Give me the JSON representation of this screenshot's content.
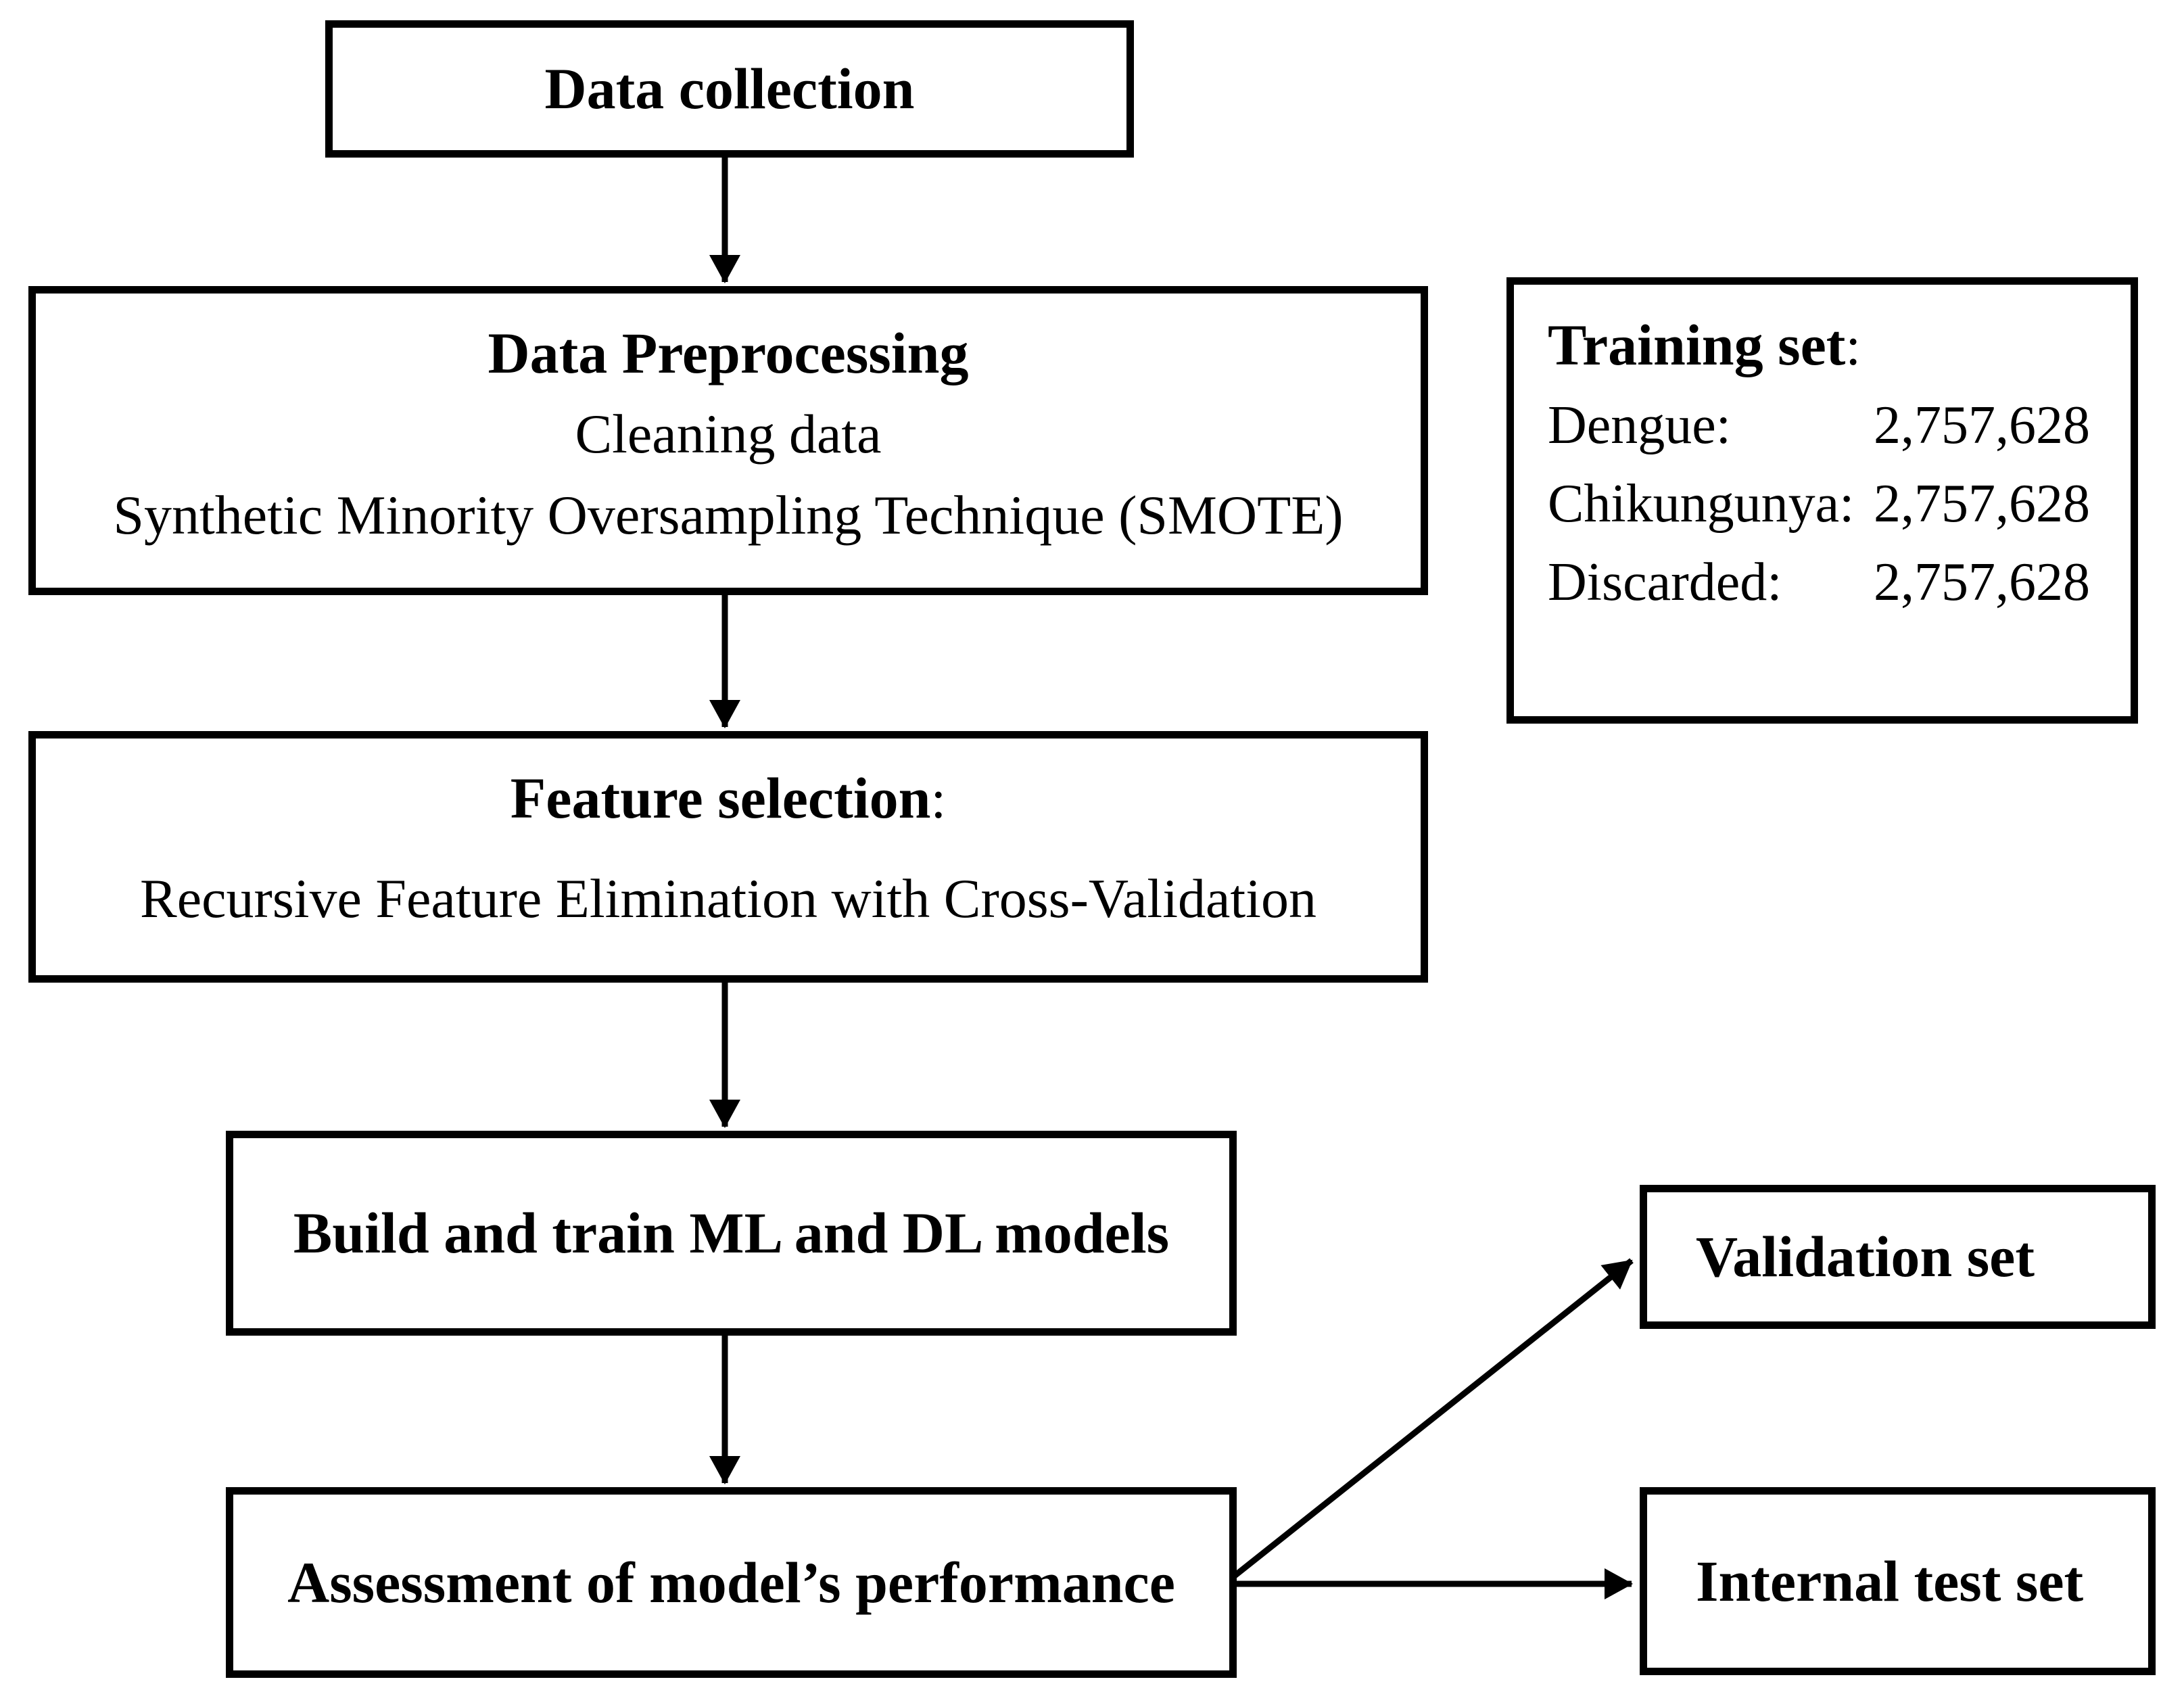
{
  "colors": {
    "ink": "#000000",
    "paper": "#ffffff"
  },
  "flow": {
    "data_collection": {
      "title": "Data collection"
    },
    "preprocessing": {
      "title": "Data Preprocessing",
      "line1": "Cleaning data",
      "line2": "Synthetic Minority Oversampling Technique (SMOTE)"
    },
    "feature_selection": {
      "title": "Feature selection",
      "colon": ":",
      "line1": "Recursive Feature Elimination with Cross-Validation"
    },
    "build_train": {
      "title": "Build and train ML and DL models"
    },
    "assessment": {
      "title": "Assessment of model’s performance"
    },
    "training_set": {
      "title": "Training set",
      "colon": ":",
      "rows": [
        {
          "label": "Dengue:",
          "value": "2,757,628"
        },
        {
          "label": "Chikungunya:",
          "value": "2,757,628"
        },
        {
          "label": "Discarded:",
          "value": "2,757,628"
        }
      ]
    },
    "validation_set": {
      "title": "Validation set"
    },
    "internal_test_set": {
      "title": "Internal test set"
    }
  }
}
